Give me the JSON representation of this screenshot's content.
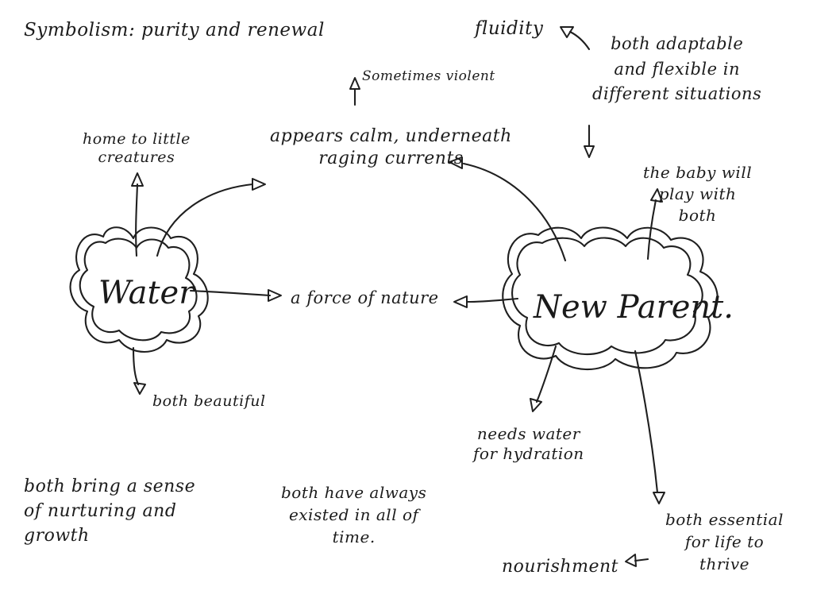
{
  "hubs": {
    "water": "Water",
    "new_parent": "New Parent."
  },
  "notes": {
    "symbolism": "Symbolism: purity and renewal",
    "fluidity": "fluidity",
    "adaptable": "both adaptable\nand flexible in\ndifferent situations",
    "violent": "Sometimes violent",
    "calm": "appears calm, underneath\nraging currents",
    "home": "home to little\ncreatures",
    "baby": "the baby will\nplay with\nboth",
    "force": "a force of nature",
    "beautiful": "both beautiful",
    "hydration": "needs water\nfor hydration",
    "nurturing": "both bring a sense\nof nurturing and\ngrowth",
    "existed": "both have always\nexisted in all of\ntime.",
    "essential": "both essential\nfor life to\nthrive",
    "nourishment": "nourishment"
  }
}
